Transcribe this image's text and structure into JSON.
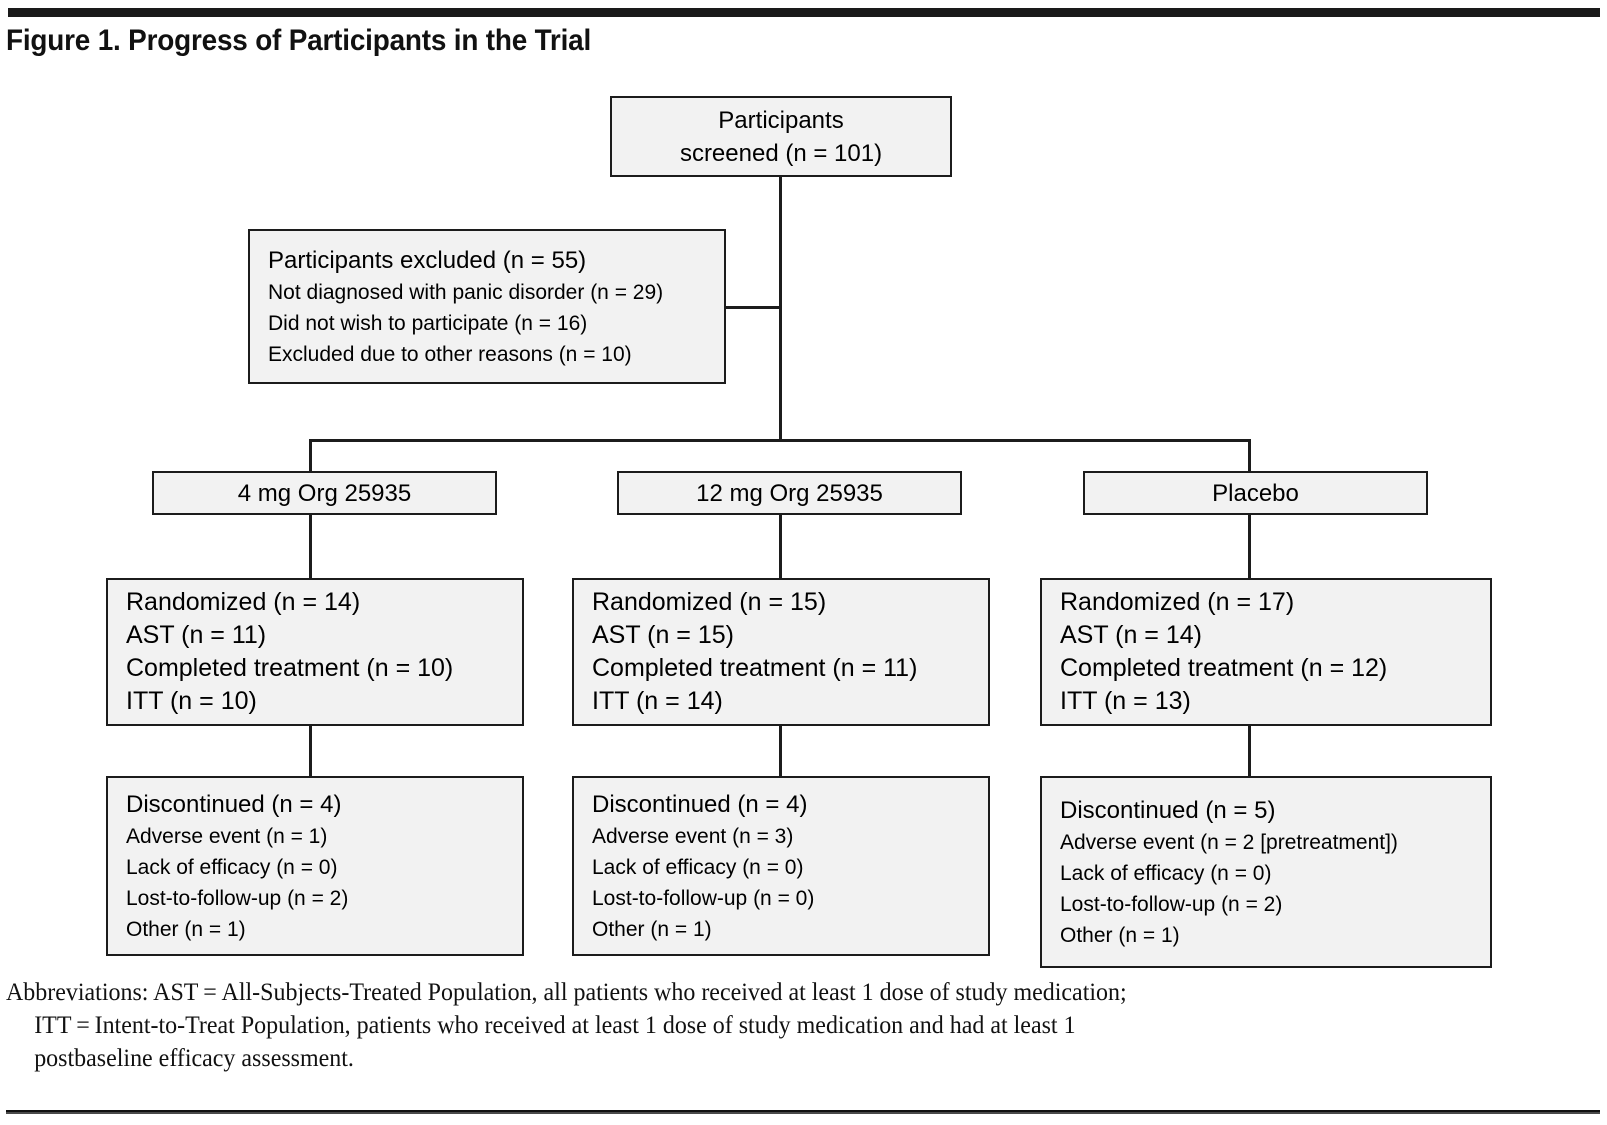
{
  "figure": {
    "title": "Figure 1. Progress of Participants in the Trial"
  },
  "nodes": {
    "screened": {
      "name": "participants-screened",
      "lines": [
        "Participants",
        "screened (n = 101)"
      ]
    },
    "excluded": {
      "name": "participants-excluded",
      "heading": "Participants excluded (n = 55)",
      "reasons": [
        "Not diagnosed with panic disorder (n = 29)",
        "Did not wish to participate (n = 16)",
        "Excluded due to other reasons (n = 10)"
      ]
    }
  },
  "arms": [
    {
      "key": "arm-4mg",
      "header": "4 mg Org 25935",
      "enrollment": [
        "Randomized (n = 14)",
        "AST (n = 11)",
        "Completed treatment (n = 10)",
        "ITT (n = 10)"
      ],
      "discontinued_heading": "Discontinued (n = 4)",
      "discontinued_reasons": [
        "Adverse event (n = 1)",
        "Lack of efficacy (n = 0)",
        "Lost-to-follow-up (n = 2)",
        "Other (n = 1)"
      ]
    },
    {
      "key": "arm-12mg",
      "header": "12 mg Org 25935",
      "enrollment": [
        "Randomized (n = 15)",
        "AST (n = 15)",
        "Completed treatment (n = 11)",
        "ITT (n = 14)"
      ],
      "discontinued_heading": "Discontinued (n = 4)",
      "discontinued_reasons": [
        "Adverse event (n = 3)",
        "Lack of efficacy (n = 0)",
        "Lost-to-follow-up (n = 0)",
        "Other (n = 1)"
      ]
    },
    {
      "key": "arm-placebo",
      "header": "Placebo",
      "enrollment": [
        "Randomized (n = 17)",
        "AST (n = 14)",
        "Completed treatment (n = 12)",
        "ITT (n = 13)"
      ],
      "discontinued_heading": "Discontinued (n = 5)",
      "discontinued_reasons": [
        "Adverse event (n = 2 [pretreatment])",
        "Lack of efficacy (n = 0)",
        "Lost-to-follow-up (n = 2)",
        "Other (n = 1)"
      ]
    }
  ],
  "footnote": {
    "line1": "Abbreviations: AST = All-Subjects-Treated Population, all patients who received at least 1 dose of study medication;",
    "line2": "ITT = Intent-to-Treat Population, patients who received at least 1 dose of study medication and had at least 1",
    "line3": "postbaseline efficacy assessment."
  },
  "colors": {
    "box_fill": "#f2f2f2",
    "box_border": "#1c1c1c",
    "rule": "#1a1a1a",
    "text": "#111111"
  }
}
